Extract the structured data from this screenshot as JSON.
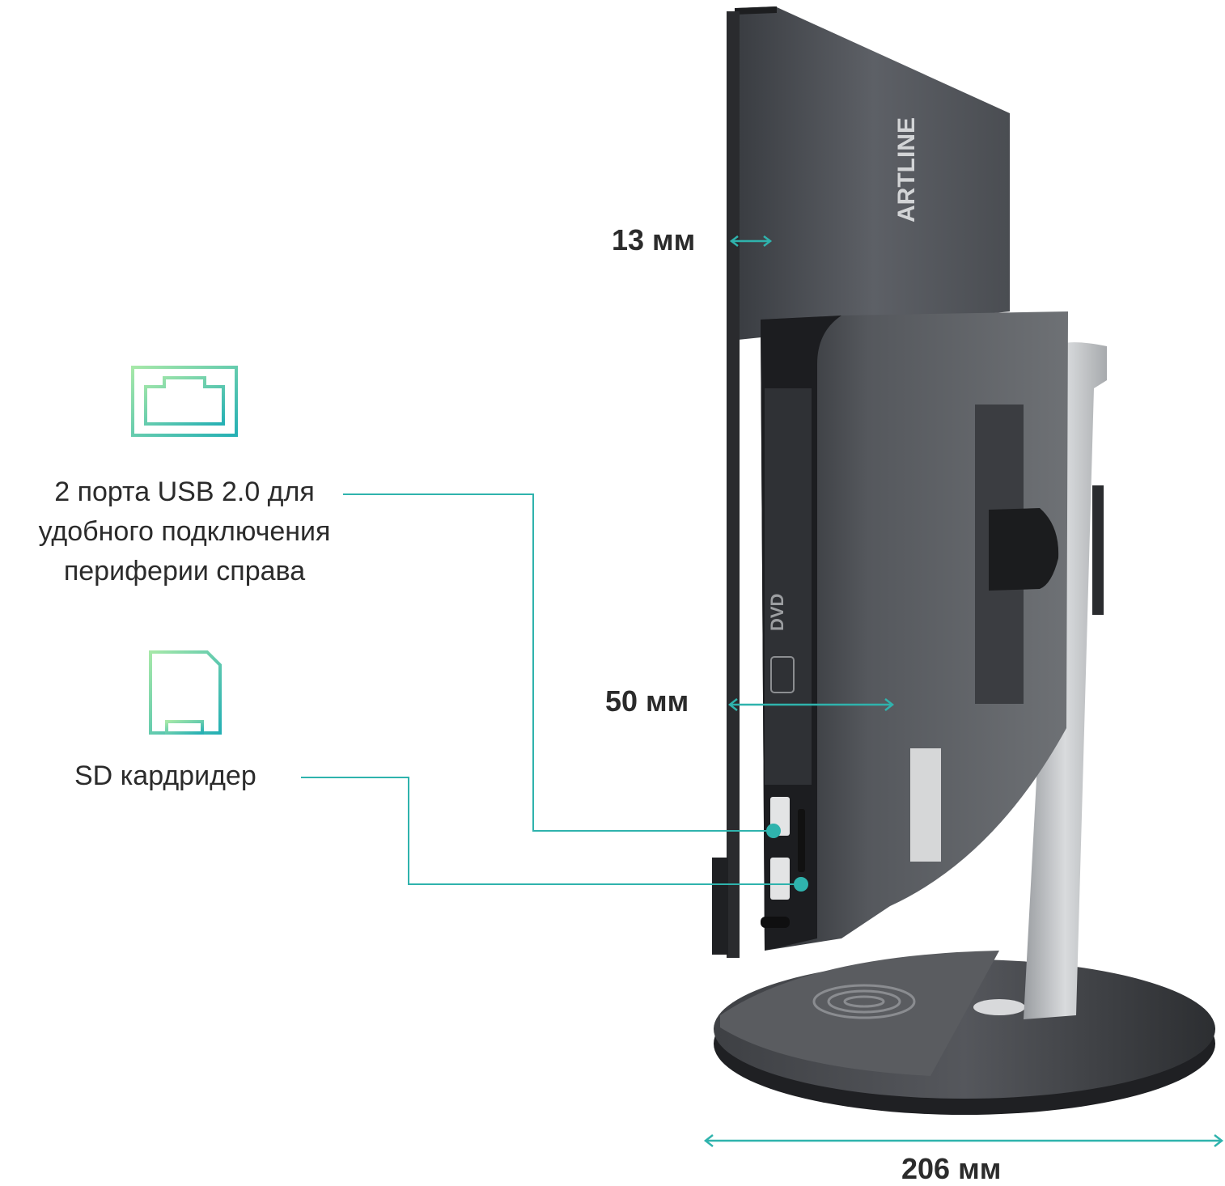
{
  "features": {
    "usb": {
      "icon": "usb-port-icon",
      "lines": [
        "2 порта USB 2.0 для",
        "удобного подключения",
        "периферии справа"
      ]
    },
    "sd": {
      "icon": "sd-card-icon",
      "label": "SD кардридер"
    }
  },
  "dimensions": {
    "top_thickness": "13 мм",
    "body_thickness": "50 мм",
    "base_depth": "206 мм"
  },
  "device": {
    "brand": "ARTLINE"
  },
  "colors": {
    "accent": "#2fb3ad",
    "accent_light": "#8be0b3",
    "text": "#2b2b2b"
  }
}
